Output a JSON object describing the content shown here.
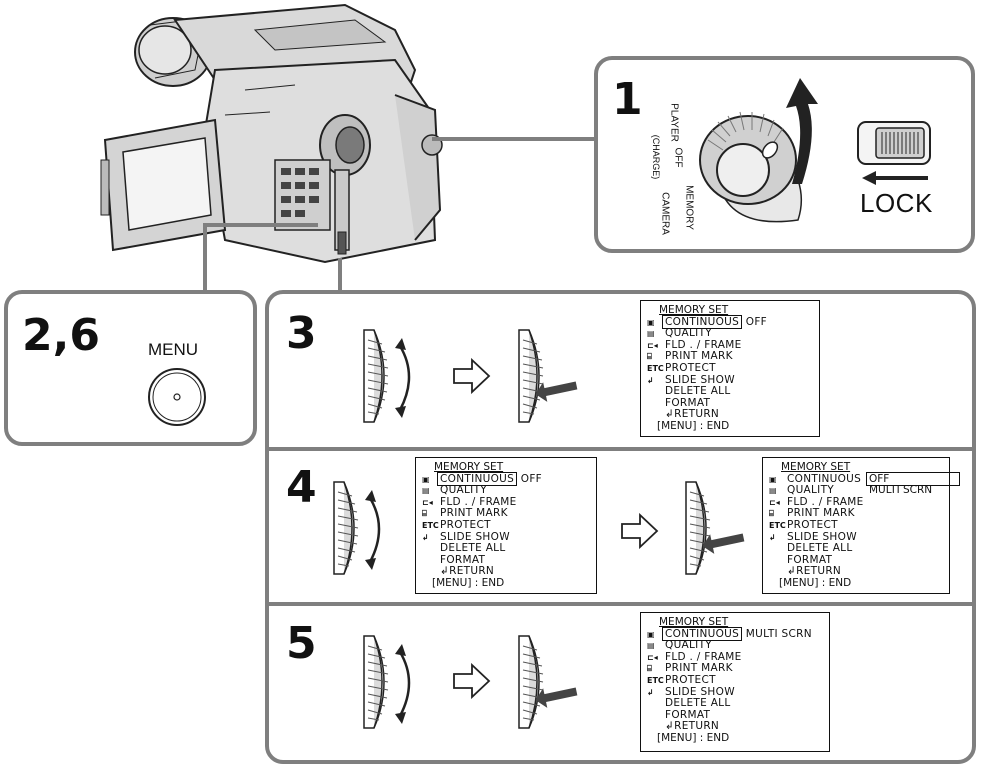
{
  "step1": {
    "number": "1",
    "dial_labels": [
      "PLAYER",
      "OFF",
      "(CHARGE)",
      "MEMORY",
      "CAMERA"
    ],
    "lock_label": "LOCK"
  },
  "step26": {
    "number": "2,6",
    "button_label": "MENU"
  },
  "step3": {
    "number": "3"
  },
  "step4": {
    "number": "4"
  },
  "step5": {
    "number": "5"
  },
  "menu_common": {
    "title": "MEMORY SET",
    "items": [
      "CONTINUOUS",
      "QUALITY",
      "FLD . / FRAME",
      "PRINT MARK",
      "PROTECT",
      "SLIDE SHOW",
      "DELETE ALL",
      "FORMAT",
      "RETURN"
    ],
    "end": "[MENU] : END",
    "icons": {
      "camera": "camera-icon",
      "tape": "tape-icon",
      "frame": "frame-icon",
      "print": "print-icon",
      "etc": "ETC",
      "return": "return-icon"
    }
  },
  "menu3": {
    "value": "OFF"
  },
  "menu4a": {
    "value": "OFF"
  },
  "menu4b": {
    "option1": "OFF",
    "option2": "MULTI SCRN"
  },
  "menu5": {
    "value": "MULTI SCRN"
  }
}
